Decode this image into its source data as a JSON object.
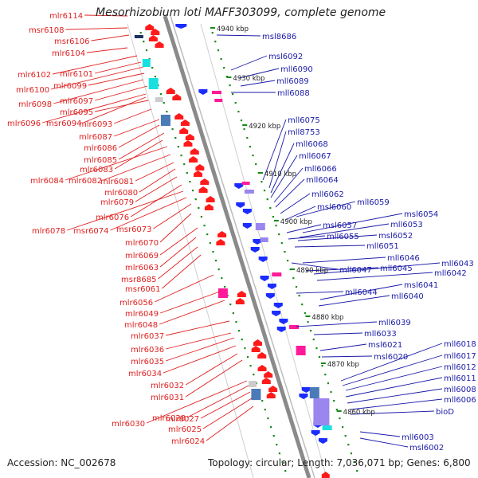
{
  "title": "Mesorhizobium loti MAFF303099, complete genome",
  "footer": {
    "accession": "Accession: NC_002678",
    "topology": "Topology: circular; Length: 7,036,071 bp; Genes: 6,800"
  },
  "colors": {
    "left_labels": "#e02020",
    "right_labels": "#1a1aa8",
    "left_genes": "#ff1a1a",
    "right_genes": "#1a2cff",
    "backbone": "#8a8a8a",
    "ticks": "#1a8a1a",
    "pink_genes": "#ff1a9a",
    "cyan_genes": "#18e0e0",
    "steel_genes": "#4a7ab8",
    "lavender_genes": "#9a86ee"
  },
  "kbp_marks": [
    "4940 kbp",
    "4930 kbp",
    "4920 kbp",
    "4910 kbp",
    "4900 kbp",
    "4890 kbp",
    "4880 kbp",
    "4870 kbp",
    "4860 kbp"
  ],
  "left_labels": [
    "mlr6114",
    "msr6108",
    "msr6106",
    "mlr6104",
    "mlr6102",
    "mlr6101",
    "mlr6100",
    "mlr6099",
    "mlr6098",
    "mlr6097",
    "mlr6096",
    "msr6094",
    "mlr6095",
    "mlr6093",
    "mlr6087",
    "mlr6086",
    "mlr6085",
    "mlr6083",
    "mlr6084",
    "mlr6082",
    "mlr6081",
    "mlr6080",
    "mlr6079",
    "mlr6076",
    "mlr6078",
    "msr6074",
    "msr6073",
    "mlr6070",
    "mlr6069",
    "mlr6063",
    "msr8685",
    "msr6061",
    "mlr6056",
    "mlr6049",
    "mlr6048",
    "mlr6037",
    "mlr6036",
    "mlr6035",
    "mlr6034",
    "mlr6032",
    "mlr6031",
    "mlr6030",
    "mlr6028",
    "mlr6027",
    "mlr6025",
    "mlr6024"
  ],
  "right_labels": [
    "msl8686",
    "msl6092",
    "mll6090",
    "mll6089",
    "mll6088",
    "mll6075",
    "mll8753",
    "mll6068",
    "mll6067",
    "mll6066",
    "mll6064",
    "mll6062",
    "msl6060",
    "mll6059",
    "msl6057",
    "mll6055",
    "msl6054",
    "mll6053",
    "msl6052",
    "mll6051",
    "mll6047",
    "mll6046",
    "mll6045",
    "mll6043",
    "mll6042",
    "mll6044",
    "msl6041",
    "mll6040",
    "mll6039",
    "mll6033",
    "msl6021",
    "msl6020",
    "mll6018",
    "mll6017",
    "mll6012",
    "mll6011",
    "mll6008",
    "mll6006",
    "bioD",
    "mll6003",
    "msl6002"
  ]
}
